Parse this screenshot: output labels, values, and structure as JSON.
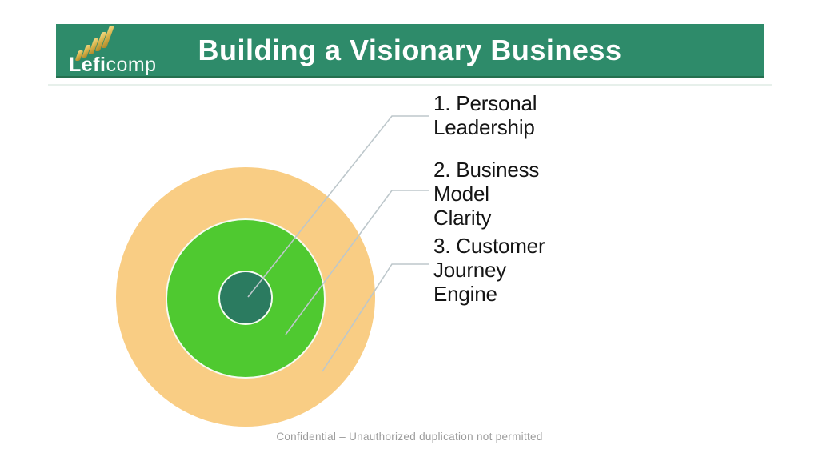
{
  "header": {
    "logo": {
      "brand_bold": "Lefi",
      "brand_light": "comp",
      "icon": "gold-rising-bars"
    },
    "title": "Building a Visionary Business",
    "bar_color": "#2E8B6A"
  },
  "diagram": {
    "type": "concentric-circles",
    "rings": [
      {
        "level": "inner",
        "label": "Personal Leadership",
        "color": "#2B7B60"
      },
      {
        "level": "middle",
        "label": "Business Model Clarity",
        "color": "#4FC930"
      },
      {
        "level": "outer",
        "label": "Customer Journey Engine",
        "color": "#F9CD84"
      }
    ],
    "callouts": [
      {
        "text": "1. Personal\nLeadership"
      },
      {
        "text": "2. Business\nModel\nClarity"
      },
      {
        "text": "3. Customer\nJourney\nEngine"
      }
    ],
    "line_color": "#BDC7CB"
  },
  "footer": {
    "text": "Confidential – Unauthorized duplication not permitted"
  }
}
